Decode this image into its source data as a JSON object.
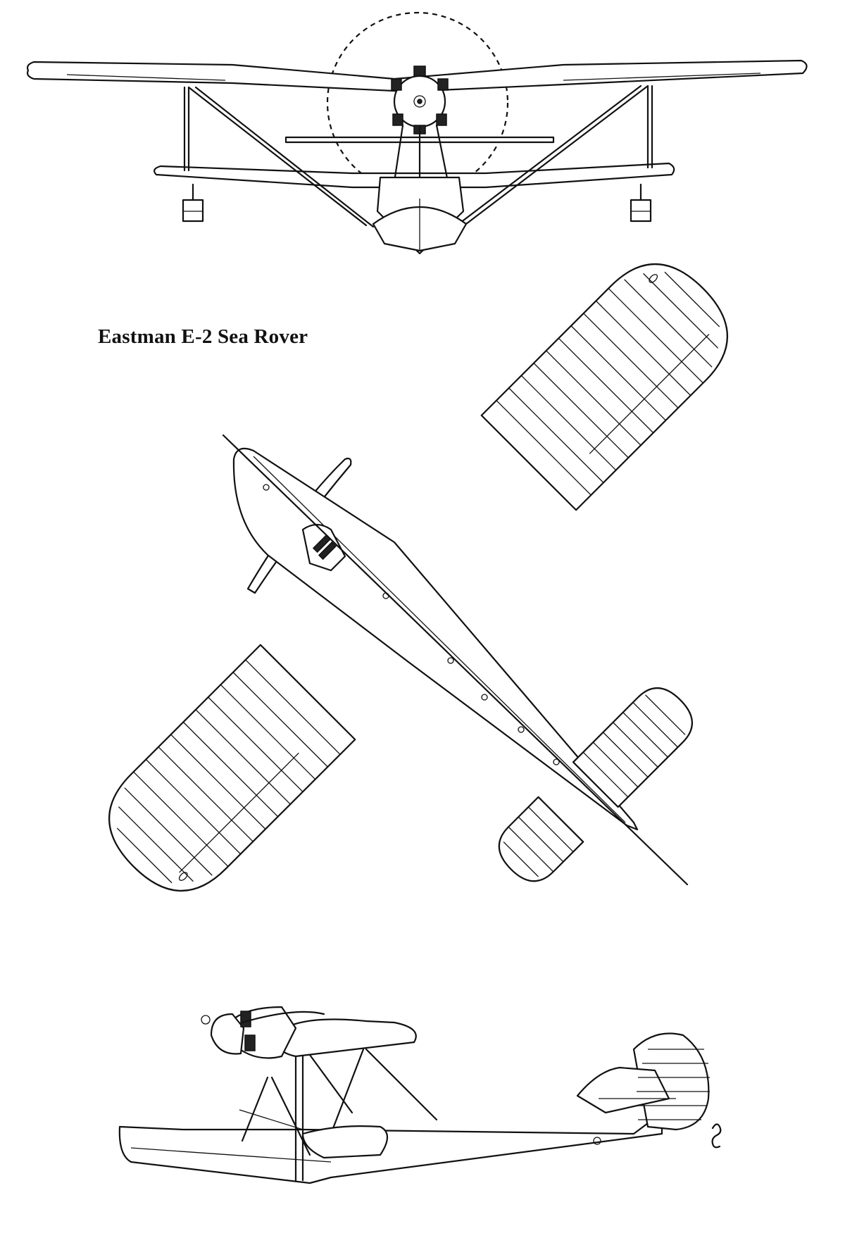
{
  "title": "Eastman E-2 Sea Rover",
  "views": [
    {
      "id": "front",
      "name": "front-view"
    },
    {
      "id": "top",
      "name": "plan-view"
    },
    {
      "id": "side",
      "name": "side-view"
    }
  ],
  "colors": {
    "ink": "#111111",
    "paper": "#ffffff"
  }
}
